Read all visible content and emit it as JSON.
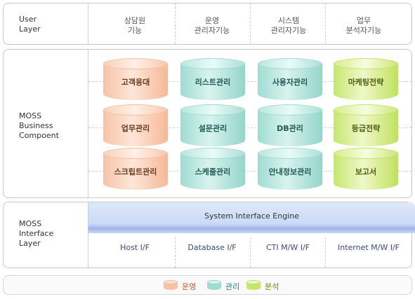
{
  "layers": {
    "user": [
      "User",
      "Layer"
    ],
    "business": [
      "MOSS",
      "Business",
      "Compoent"
    ],
    "interface": [
      "MOSS",
      "Interface",
      "Layer"
    ]
  },
  "columns": [
    [
      "상담원",
      "기능"
    ],
    [
      "운영",
      "관리자기능"
    ],
    [
      "시스템",
      "관리자기능"
    ],
    [
      "업무",
      "분석자기능"
    ]
  ],
  "cylinders": [
    [
      "고객응대",
      "업무관리",
      "스크립트관리"
    ],
    [
      "리스트관리",
      "설문관리",
      "스케줄관리"
    ],
    [
      "사용자관리",
      "DB관리",
      "안내정보관리"
    ],
    [
      "마케팅전략",
      "등급전략",
      "보고서"
    ]
  ],
  "interface": {
    "engine": "System Interface Engine",
    "items": [
      "Host I/F",
      "Database I/F",
      "CTI M/W I/F",
      "Internet M/W I/F"
    ]
  },
  "legend": [
    {
      "label": "운영",
      "color": "#f7c3a8"
    },
    {
      "label": "관리",
      "color": "#9fdcd2"
    },
    {
      "label": "분석",
      "color": "#c7e66d"
    }
  ],
  "colors": {
    "operation": "#f7c3a8",
    "management": "#9fdcd2",
    "analysis": "#c7e66d",
    "engine": "#cad9f6"
  }
}
